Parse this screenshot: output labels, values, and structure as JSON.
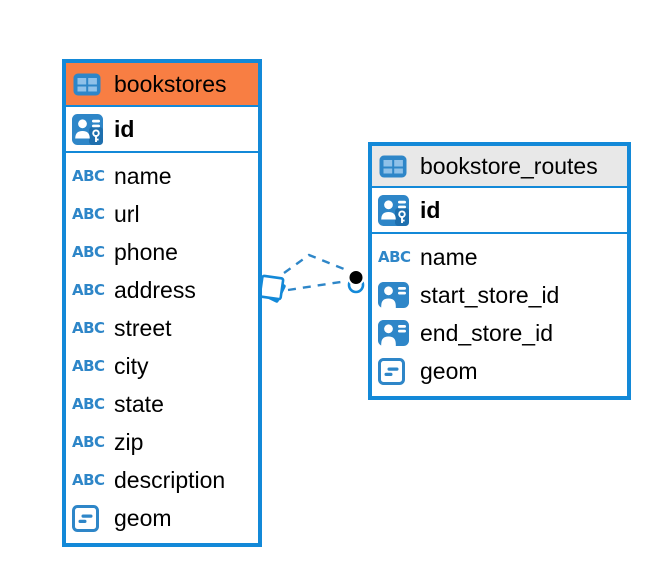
{
  "diagram": {
    "colors": {
      "table_border": "#1389D8",
      "icon_blue": "#2E86C8",
      "bookstores_header": "#F87E43",
      "routes_header": "#E8E8E8",
      "text": "#000000"
    },
    "icon_glyphs": {
      "text-icon": "ABC"
    },
    "connector": {
      "type": "foreign-key-relationship",
      "line_style": "dashed",
      "from_table": "bookstores",
      "to_table": "bookstore_routes",
      "source_marker": "stacked-square",
      "target_marker": "black-dot-with-ring"
    },
    "tables": [
      {
        "name": "bookstores",
        "header_style": "orange",
        "key_columns": [
          {
            "label": "id",
            "icon": "primary-key-icon"
          }
        ],
        "columns": [
          {
            "label": "name",
            "icon": "text-icon"
          },
          {
            "label": "url",
            "icon": "text-icon"
          },
          {
            "label": "phone",
            "icon": "text-icon"
          },
          {
            "label": "address",
            "icon": "text-icon"
          },
          {
            "label": "street",
            "icon": "text-icon"
          },
          {
            "label": "city",
            "icon": "text-icon"
          },
          {
            "label": "state",
            "icon": "text-icon"
          },
          {
            "label": "zip",
            "icon": "text-icon"
          },
          {
            "label": "description",
            "icon": "text-icon"
          },
          {
            "label": "geom",
            "icon": "geometry-icon"
          }
        ]
      },
      {
        "name": "bookstore_routes",
        "header_style": "gray",
        "key_columns": [
          {
            "label": "id",
            "icon": "primary-key-icon"
          }
        ],
        "columns": [
          {
            "label": "name",
            "icon": "text-icon"
          },
          {
            "label": "start_store_id",
            "icon": "reference-icon"
          },
          {
            "label": "end_store_id",
            "icon": "reference-icon"
          },
          {
            "label": "geom",
            "icon": "geometry-icon"
          }
        ]
      }
    ]
  }
}
